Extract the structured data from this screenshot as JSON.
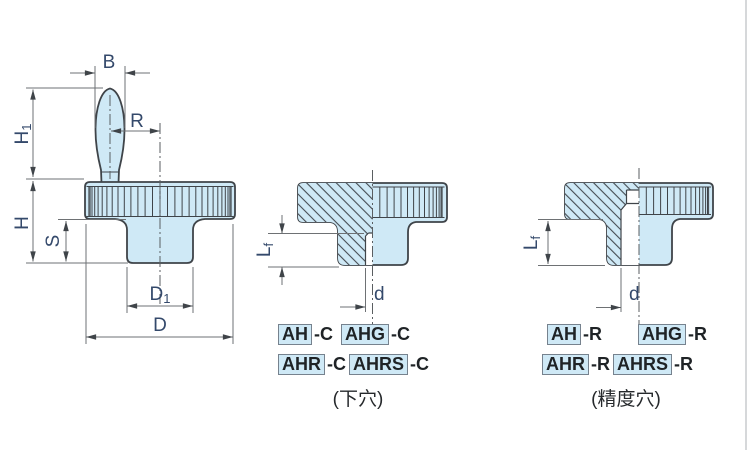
{
  "drawing": {
    "front_view": {
      "dim_labels": {
        "B": "B",
        "R": "R",
        "H1_base": "H",
        "H1_sub": "1",
        "H": "H",
        "S": "S",
        "D1_base": "D",
        "D1_sub": "1",
        "D": "D"
      }
    },
    "section_pilot": {
      "dim_labels": {
        "Lf_base": "L",
        "Lf_sub": "f",
        "d": "d"
      }
    },
    "section_precision": {
      "dim_labels": {
        "Lf_base": "L",
        "Lf_sub": "f",
        "d": "d"
      }
    }
  },
  "codes": {
    "pilot": {
      "rows": [
        [
          {
            "code": "AH",
            "suffix": "-C"
          },
          {
            "code": "AHG",
            "suffix": "-C"
          }
        ],
        [
          {
            "code": "AHR",
            "suffix": "-C"
          },
          {
            "code": "AHRS",
            "suffix": "-C"
          }
        ]
      ],
      "caption": "(下穴)"
    },
    "precision": {
      "rows": [
        [
          {
            "code": "AH",
            "suffix": "-R"
          },
          {
            "code": "AHG",
            "suffix": "-R"
          }
        ],
        [
          {
            "code": "AHR",
            "suffix": "-R"
          },
          {
            "code": "AHRS",
            "suffix": "-R"
          }
        ]
      ],
      "caption": "(精度穴)"
    }
  },
  "colors": {
    "part_fill": "#cfe9f6",
    "outline": "#3f4449",
    "dimension_line": "#6e7174",
    "label_text": "#34496b",
    "code_box_fill": "#cfe9f6",
    "code_box_border": "#76828e",
    "code_text": "#1f2326"
  }
}
